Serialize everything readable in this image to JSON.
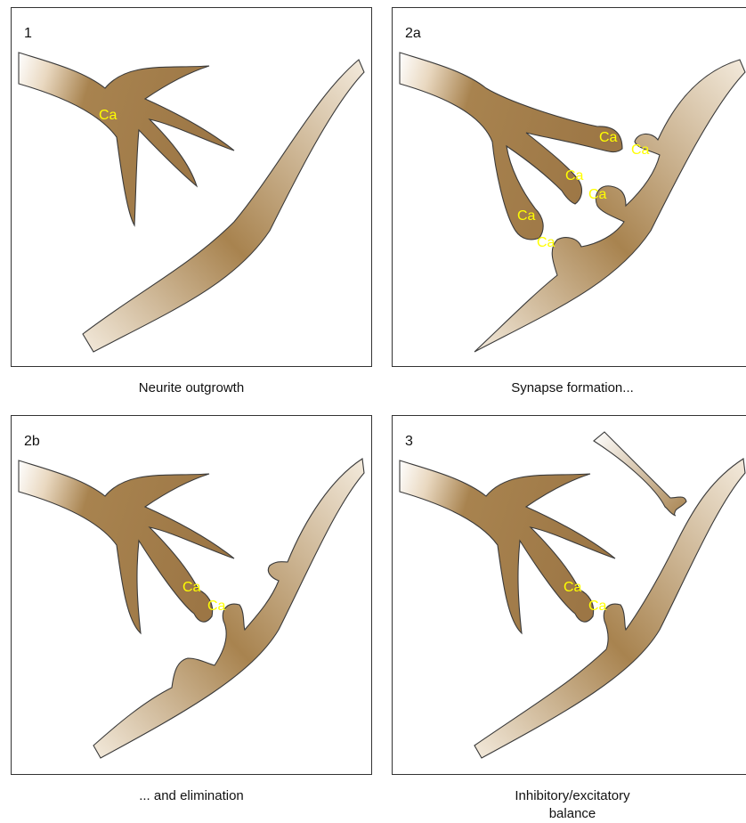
{
  "panels": [
    {
      "label": "1",
      "caption": "Neurite outgrowth"
    },
    {
      "label": "2a",
      "caption": "Synapse formation..."
    },
    {
      "label": "2b",
      "caption": "... and elimination"
    },
    {
      "label": "3",
      "caption": "Inhibitory/excitatory\nbalance"
    }
  ],
  "ca_label": "Ca",
  "colors": {
    "neurite": "#a8834f",
    "neurite_light": "#f3e8d9",
    "outline": "#3a3a3a",
    "ca_text": "#ffff00"
  }
}
